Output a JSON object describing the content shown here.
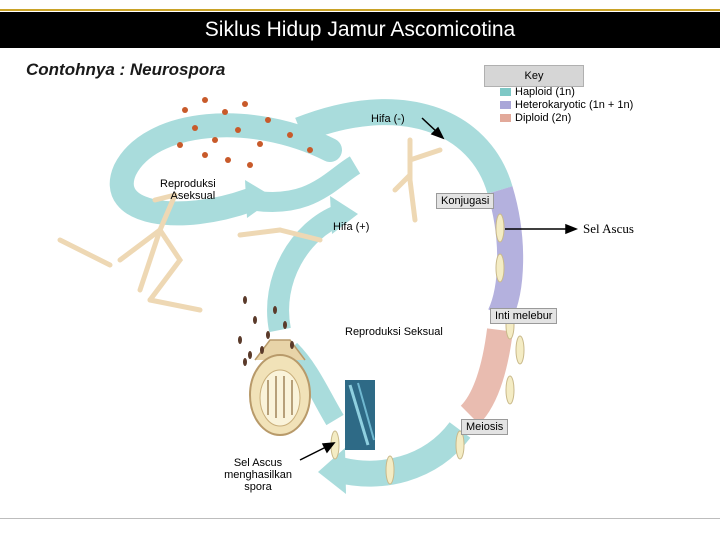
{
  "header": {
    "title": "Siklus Hidup Jamur Ascomicotina"
  },
  "subtitle": "Contohnya : Neurospora",
  "key": {
    "title": "Key",
    "items": [
      {
        "label": "Haploid (1n)",
        "color": "#7ec8c6"
      },
      {
        "label": "Heterokaryotic (1n + 1n)",
        "color": "#a9a6d8"
      },
      {
        "label": "Diploid (2n)",
        "color": "#e2a99a"
      }
    ]
  },
  "labels": {
    "hifa_minus": "Hifa (-)",
    "reproduksi_aseksual_1": "Reproduksi",
    "reproduksi_aseksual_2": "Aseksual",
    "konjugasi": "Konjugasi",
    "hifa_plus": "Hifa (+)",
    "sel_ascus": "Sel Ascus",
    "inti_melebur": "Inti melebur",
    "reproduksi_seksual": "Reproduksi Seksual",
    "meiosis": "Meiosis",
    "sel_ascus_spora_1": "Sel Ascus",
    "sel_ascus_spora_2": "menghasilkan",
    "sel_ascus_spora_3": "spora"
  }
}
